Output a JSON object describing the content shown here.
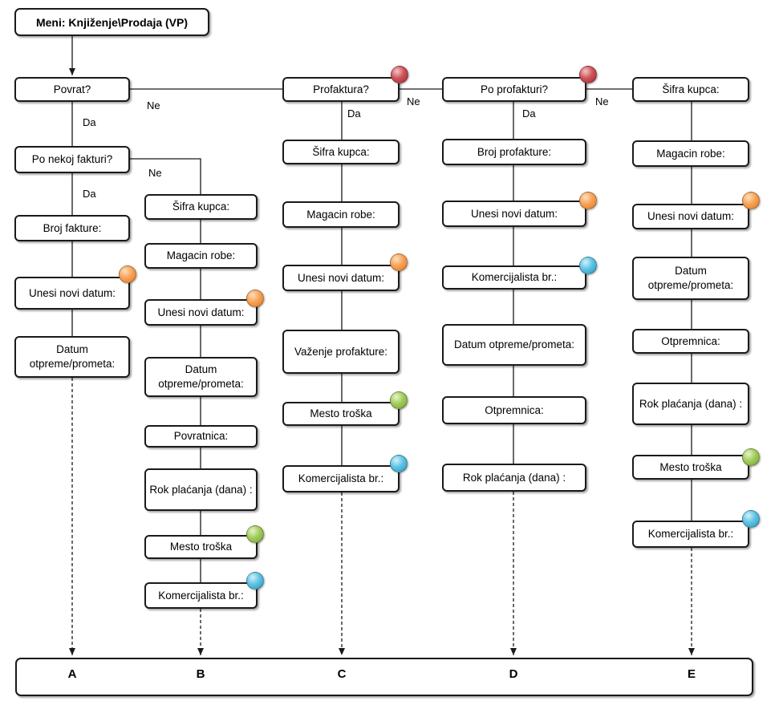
{
  "title": "Meni: Knjiženje\\Prodaja (VP)",
  "edge_labels": {
    "da": "Da",
    "ne": "Ne"
  },
  "decisions": {
    "povrat": "Povrat?",
    "po_nekoj_fakturi": "Po nekoj fakturi?",
    "profaktura": "Profaktura?",
    "po_profakturi": "Po profakturi?"
  },
  "columns": {
    "a": [
      "Broj fakture:",
      "Unesi novi datum:",
      "Datum otpreme/prometa:"
    ],
    "b": [
      "Šifra kupca:",
      "Magacin robe:",
      "Unesi novi datum:",
      "Datum otpreme/prometa:",
      "Povratnica:",
      "Rok plaćanja (dana) :",
      "Mesto troška",
      "Komercijalista br.:"
    ],
    "c": [
      "Šifra kupca:",
      "Magacin robe:",
      "Unesi novi datum:",
      "Važenje profakture:",
      "Mesto troška",
      "Komercijalista br.:"
    ],
    "d": [
      "Broj profakture:",
      "Unesi novi datum:",
      "Komercijalista br.:",
      "Datum otpreme/prometa:",
      "Otpremnica:",
      "Rok plaćanja (dana) :"
    ],
    "e": [
      "Šifra kupca:",
      "Magacin robe:",
      "Unesi novi datum:",
      "Datum otpreme/prometa:",
      "Otpremnica:",
      "Rok plaćanja (dana) :",
      "Mesto troška",
      "Komercijalista br.:"
    ]
  },
  "outcomes": [
    "A",
    "B",
    "C",
    "D",
    "E"
  ],
  "colors": {
    "orange": "#f7a35a",
    "blue": "#5ec4e4",
    "green": "#a3cd5e",
    "red": "#cf545a",
    "line": "#1a1a1a"
  }
}
